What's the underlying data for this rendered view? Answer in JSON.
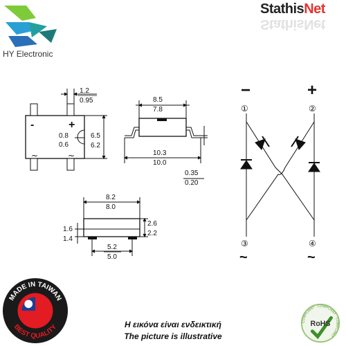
{
  "branding": {
    "company": "HY Electronic",
    "store_part1": "Stathis",
    "store_part2": "Net",
    "store_full": "StathisNet",
    "accent_color": "#e3342f",
    "logo_color_light": "#7ecb3a",
    "logo_color_teal": "#22a0a0",
    "logo_color_blue": "#2a6fb8"
  },
  "top_view": {
    "pin_pitch_upper": "1.2",
    "pin_pitch_lower": "0.95",
    "notch_upper": "0.8",
    "notch_lower": "0.6",
    "width_upper": "6.5",
    "width_lower": "6.2",
    "label_minus": "-",
    "label_plus": "+",
    "label_ac_left": "~",
    "label_ac_right": "~"
  },
  "side_view": {
    "body_upper": "8.5",
    "body_lower": "7.8",
    "span_upper": "10.3",
    "span_lower": "10.0",
    "lead_upper": "0.35",
    "lead_lower": "0.20"
  },
  "bottom_view": {
    "len_upper": "8.2",
    "len_lower": "8.0",
    "h_left_upper": "1.6",
    "h_left_lower": "1.4",
    "h_right_upper": "2.6",
    "h_right_lower": "2.2",
    "pitch_upper": "5.2",
    "pitch_lower": "5.0"
  },
  "schematic": {
    "sign_minus": "−",
    "sign_plus": "+",
    "pin1": "①",
    "pin2": "②",
    "pin3": "③",
    "pin4": "④",
    "ac3": "~",
    "ac4": "~"
  },
  "caption": {
    "greek": "Η εικόνα είναι ενδεικτική",
    "english": "The picture is illustrative"
  },
  "badges": {
    "quality_top": "MADE IN TAIWAN",
    "quality_bottom": "BEST QUALITY",
    "rohs": "RoHS",
    "rohs_ring": "COMPLIANT · COMPLIANT · COMPLIANT",
    "flag_red": "#e31b23",
    "flag_blue": "#1b3f94"
  }
}
